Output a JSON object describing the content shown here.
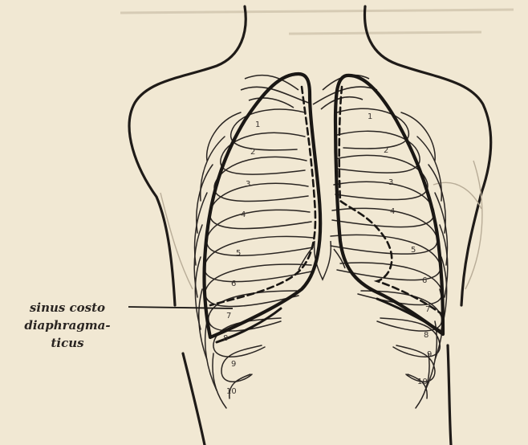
{
  "annotation": {
    "line1": "sinus costo",
    "line2": "diaphragma-",
    "line3": "ticus"
  },
  "rib_numbers": {
    "right": [
      "1",
      "2",
      "3",
      "4",
      "5",
      "6",
      "7",
      "8",
      "9",
      "10"
    ],
    "left": [
      "1",
      "2",
      "3",
      "4",
      "5",
      "6",
      "7",
      "8",
      "9",
      "10"
    ]
  },
  "colors": {
    "paper": "#f1e8d3",
    "ink": "#2a2522",
    "faint_ink": "#6b6055"
  }
}
